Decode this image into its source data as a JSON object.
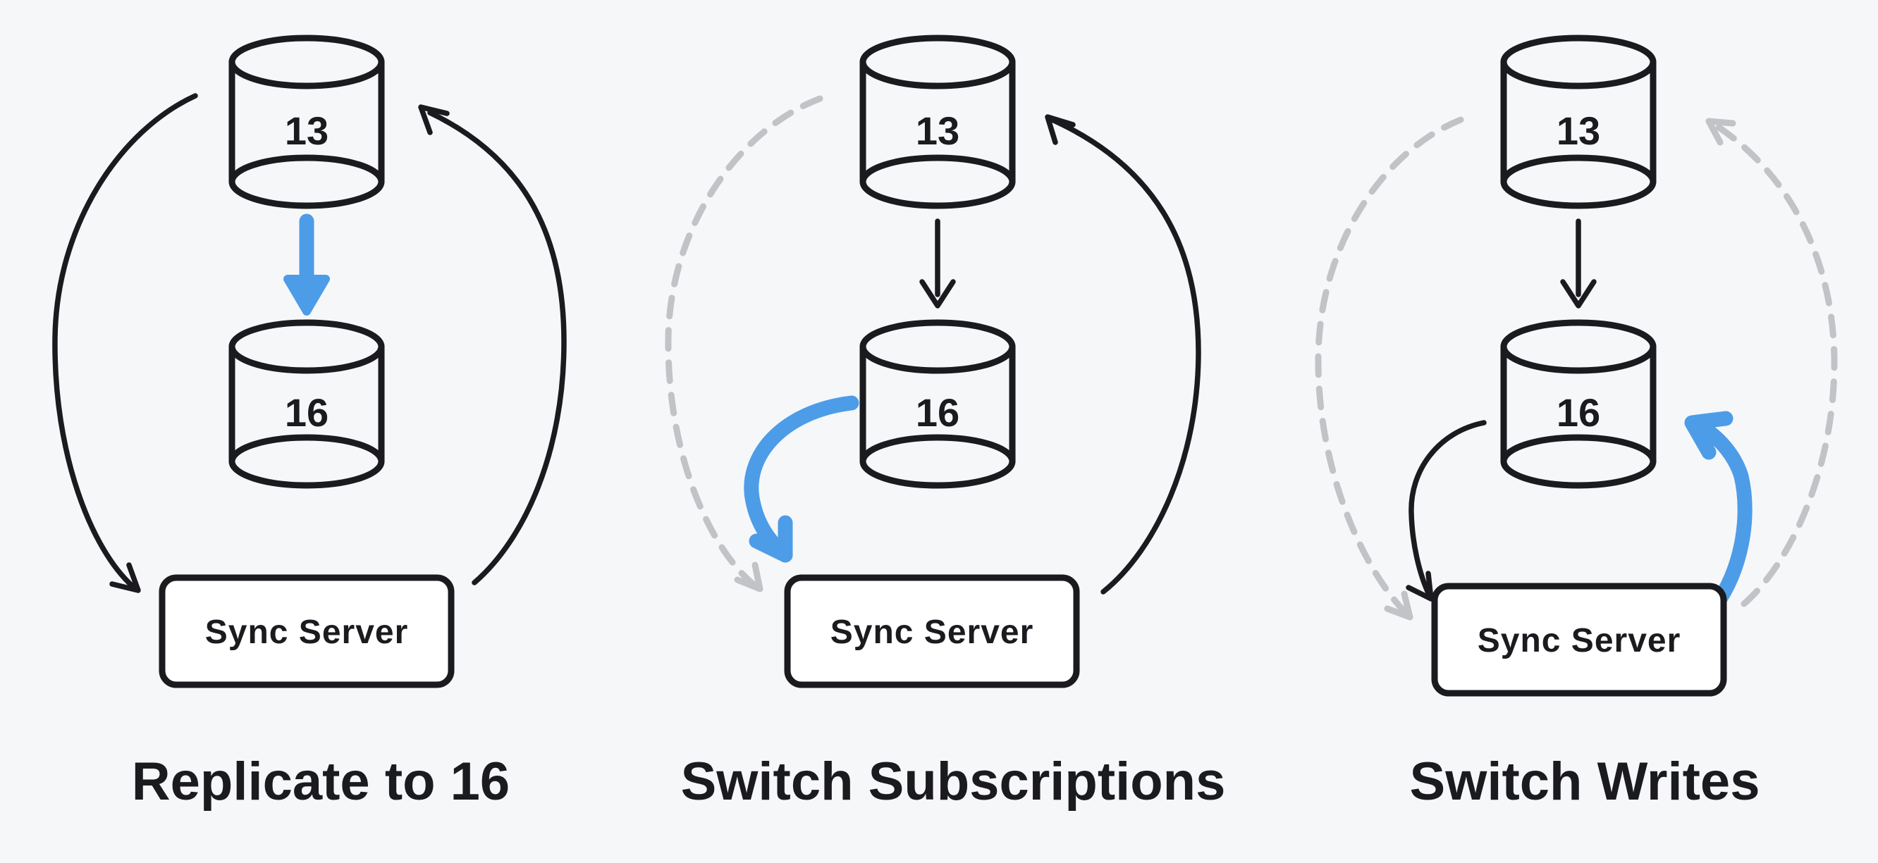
{
  "diagram": {
    "description": "Three-step database migration flow diagram with hand-drawn style",
    "colors": {
      "background": "#f6f7f9",
      "ink": "#1b1b1f",
      "accent_blue": "#4d9ce8",
      "inactive_gray": "#c2c3c6",
      "box_fill": "#ffffff"
    },
    "panels": [
      {
        "title": "Replicate to 16",
        "source_db": "13",
        "target_db": "16",
        "server": "Sync Server",
        "highlighted_flow": "replication from 13 to 16"
      },
      {
        "title": "Switch Subscriptions",
        "source_db": "13",
        "target_db": "16",
        "server": "Sync Server",
        "highlighted_flow": "subscription from 16 to sync server"
      },
      {
        "title": "Switch Writes",
        "source_db": "13",
        "target_db": "16",
        "server": "Sync Server",
        "highlighted_flow": "writes from sync server to 16"
      }
    ]
  }
}
